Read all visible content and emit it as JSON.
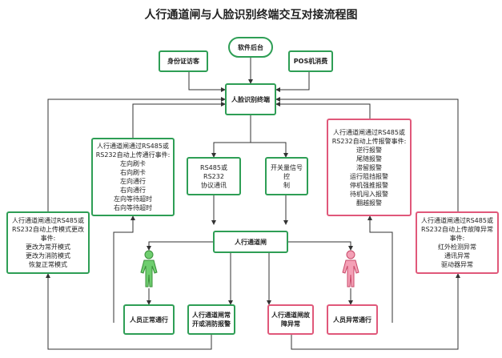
{
  "title": "人行通道闸与人脸识别终端交互对接流程图",
  "colors": {
    "green": "#2e9e55",
    "red": "#e0587a",
    "line": "#333333",
    "person_green": "#6fce6f",
    "person_red": "#f4a0b6"
  },
  "nodes": {
    "software": "软件后台",
    "id_visitor": "身份证访客",
    "pos": "POS机消费",
    "face_terminal": "人脸识别终端",
    "rs485_protocol": "RS485或RS232\n协议通讯",
    "switch_signal": "开关量信号控\n制",
    "upload_events": "人行通道闸通过RS485或\nRS232自动上传通行事件:\n左向刷卡\n右向刷卡\n左向通行\n右向通行\n左向等待超时\n右向等待超时",
    "alarm_events": "人行通道闸通过RS485或\nRS232自动上传报警事件:\n逆行报警\n尾随报警\n滞留报警\n运行阻挡报警\n停机强推报警\n待机闯入报警\n翻越报警",
    "mode_change": "人行通道闸通过RS485或\nRS232自动上传模式更改\n事件:\n更改为常开模式\n更改为消防模式\n恢复正常模式",
    "fault_events": "人行通道闸通过RS485或\nRS232自动上传故障异常\n事件:\n红外检测异常\n通讯异常\n驱动器异常",
    "gate": "人行通道闸",
    "normal_pass": "人员正常通行",
    "open_fire": "人行通道闸常\n开或消防报警",
    "gate_fault": "人行通道闸故\n障异常",
    "abnormal_pass": "人员异常通行"
  }
}
